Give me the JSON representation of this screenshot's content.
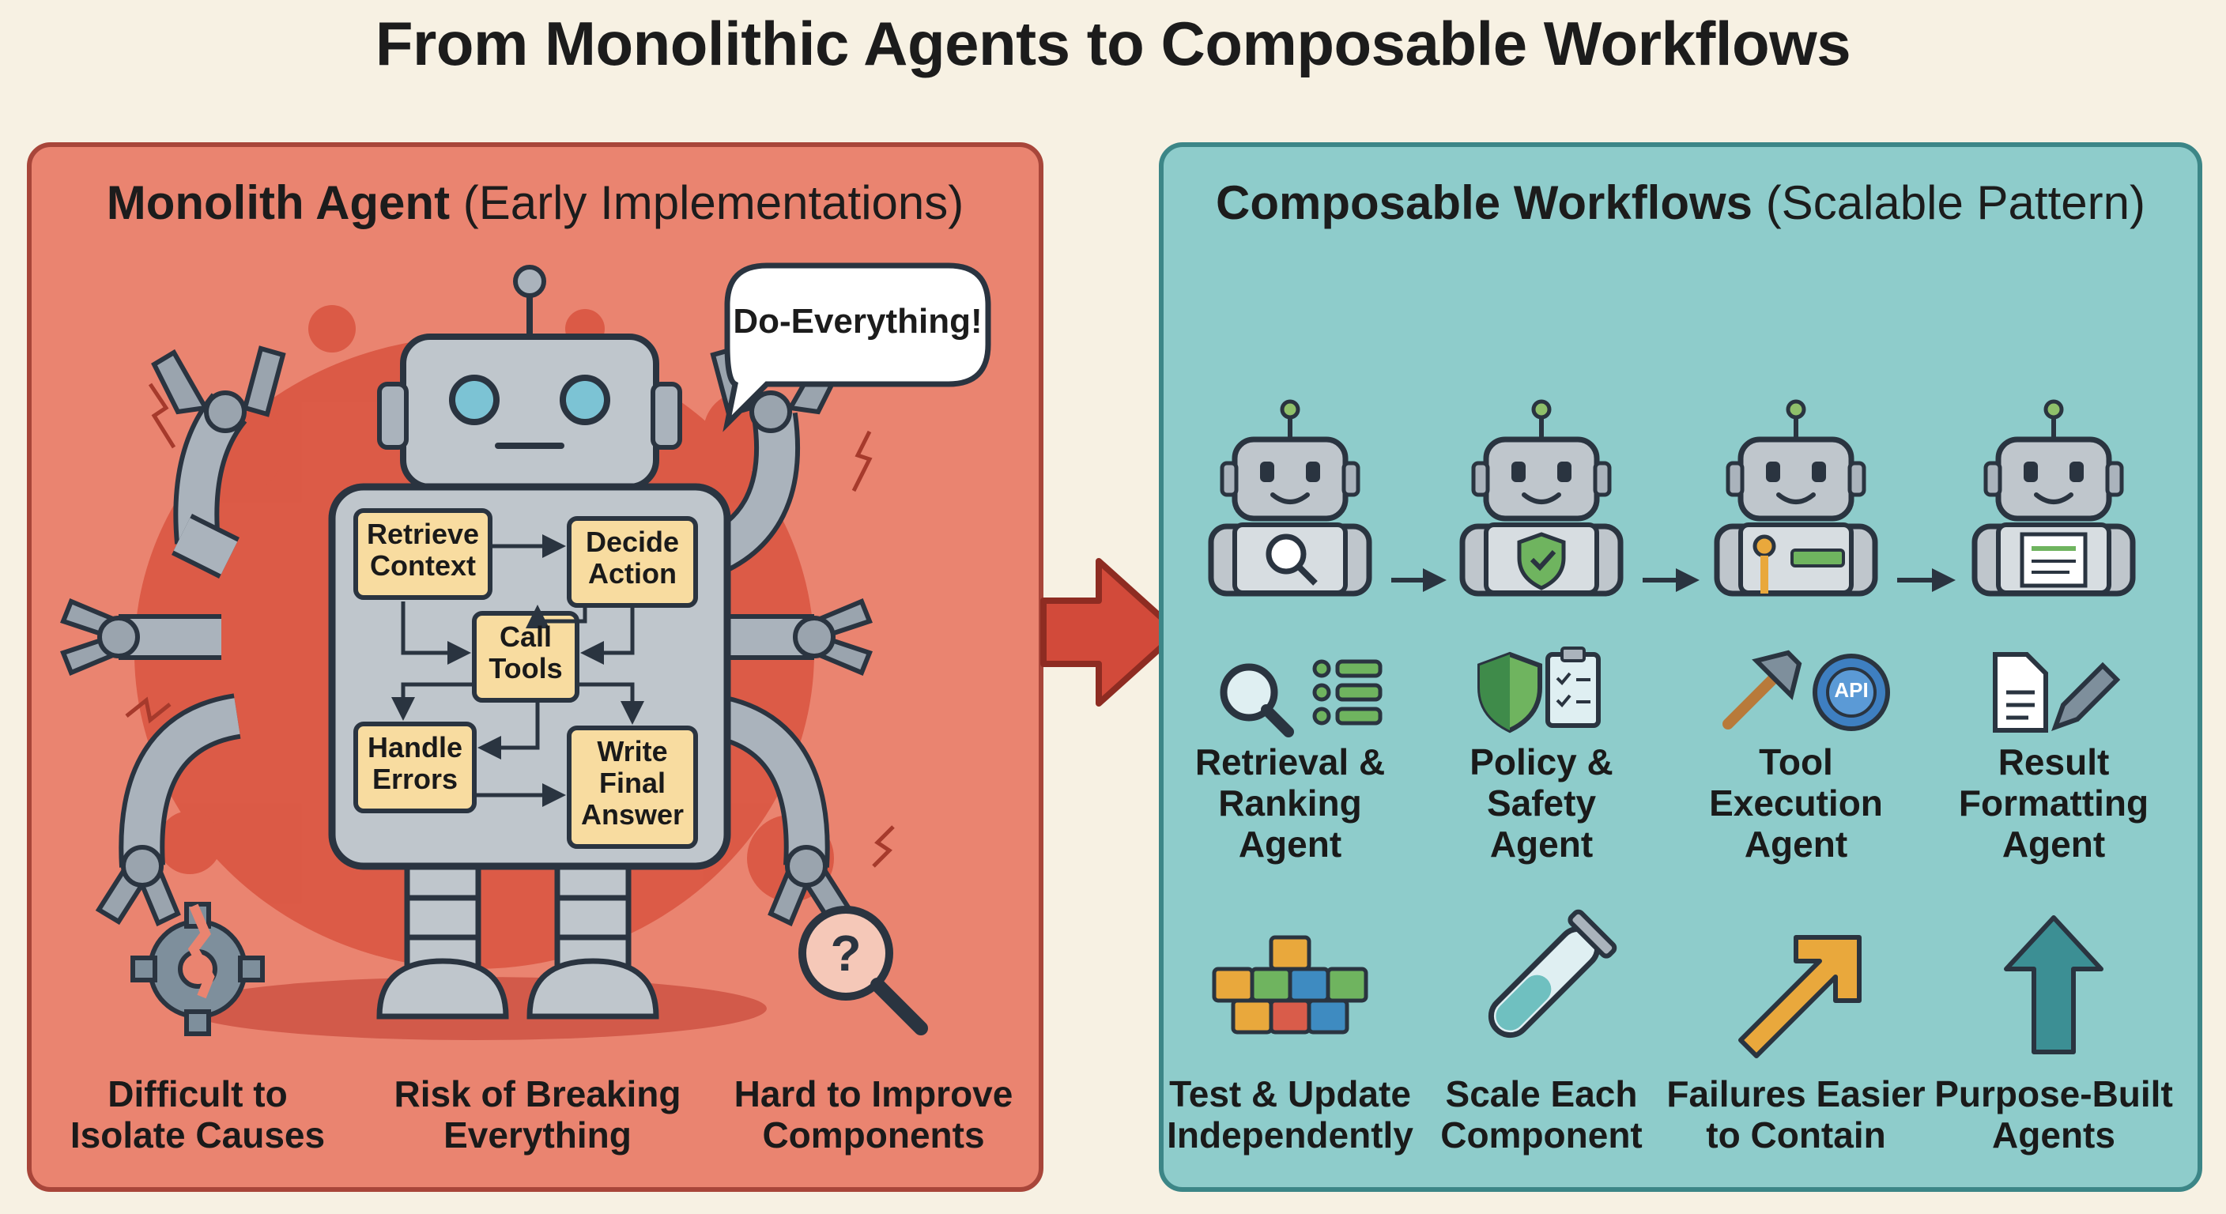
{
  "title": "From Monolithic Agents to Composable Workflows",
  "left_panel": {
    "title_bold": "Monolith Agent",
    "title_light": "(Early Implementations)",
    "speech": "Do-Everything!",
    "tasks": [
      "Retrieve\nContext",
      "Decide\nAction",
      "Call\nTools",
      "Handle\nErrors",
      "Write\nFinal\nAnswer"
    ],
    "problems": [
      {
        "icon": "broken-gear-icon",
        "label": "Difficult to\nIsolate Causes"
      },
      {
        "label": "Risk of Breaking\nEverything"
      },
      {
        "icon": "question-magnifier-icon",
        "label": "Hard to Improve\nComponents"
      }
    ]
  },
  "right_panel": {
    "title_bold": "Composable Workflows",
    "title_light": "(Scalable Pattern)",
    "agents": [
      {
        "label": "Retrieval &\nRanking\nAgent",
        "icons": [
          "magnifier-icon",
          "list-icon"
        ]
      },
      {
        "label": "Policy &\nSafety\nAgent",
        "icons": [
          "shield-icon",
          "checklist-icon"
        ]
      },
      {
        "label": "Tool\nExecution\nAgent",
        "icons": [
          "hammer-icon",
          "api-gear-icon"
        ],
        "api_text": "API"
      },
      {
        "label": "Result\nFormatting\nAgent",
        "icons": [
          "document-icon",
          "pencil-icon"
        ]
      }
    ],
    "benefits": [
      {
        "icon": "blocks-icon",
        "label": "Test & Update\nIndependently"
      },
      {
        "icon": "test-tube-icon",
        "label": "Scale Each\nComponent"
      },
      {
        "icon": "arrow-up-right-icon",
        "label": "Failures Easier\nto Contain"
      },
      {
        "icon": "arrow-up-icon",
        "label": "Purpose-Built\nAgents"
      }
    ]
  },
  "colors": {
    "left_bg": "#ea8470",
    "right_bg": "#8ecccb",
    "robot_gray": "#bfc6cc",
    "task_box": "#f8dca0",
    "arrow_red": "#d24a3a"
  }
}
